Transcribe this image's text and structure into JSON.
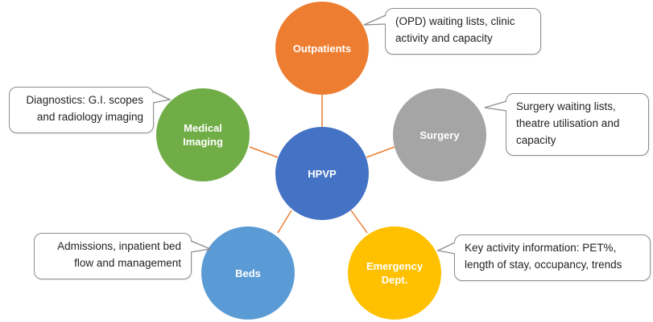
{
  "center": {
    "label": "HPVP",
    "color": "#4472c4"
  },
  "nodes": {
    "outpatients": {
      "label": "Outpatients",
      "color": "#ed7d31"
    },
    "surgery": {
      "label": "Surgery",
      "color": "#a5a5a5"
    },
    "emergency": {
      "label_line1": "Emergency",
      "label_line2": "Dept.",
      "color": "#ffc000"
    },
    "beds": {
      "label": "Beds",
      "color": "#5b9bd5"
    },
    "medical_imaging": {
      "label_line1": "Medical",
      "label_line2": "Imaging",
      "color": "#70ad47"
    }
  },
  "callouts": {
    "outpatients": {
      "line1": "(OPD) waiting lists, clinic",
      "line2": "activity and capacity"
    },
    "surgery": {
      "line1": "Surgery waiting lists,",
      "line2": "theatre utilisation and",
      "line3": "capacity"
    },
    "emergency": {
      "line1": "Key activity information: PET%,",
      "line2": "length of stay, occupancy, trends"
    },
    "beds": {
      "line1": "Admissions, inpatient bed",
      "line2": "flow and management"
    },
    "medical_imaging": {
      "line1": "Diagnostics: G.I. scopes",
      "line2": "and radiology imaging"
    }
  },
  "connector_color": "#ed7d31"
}
